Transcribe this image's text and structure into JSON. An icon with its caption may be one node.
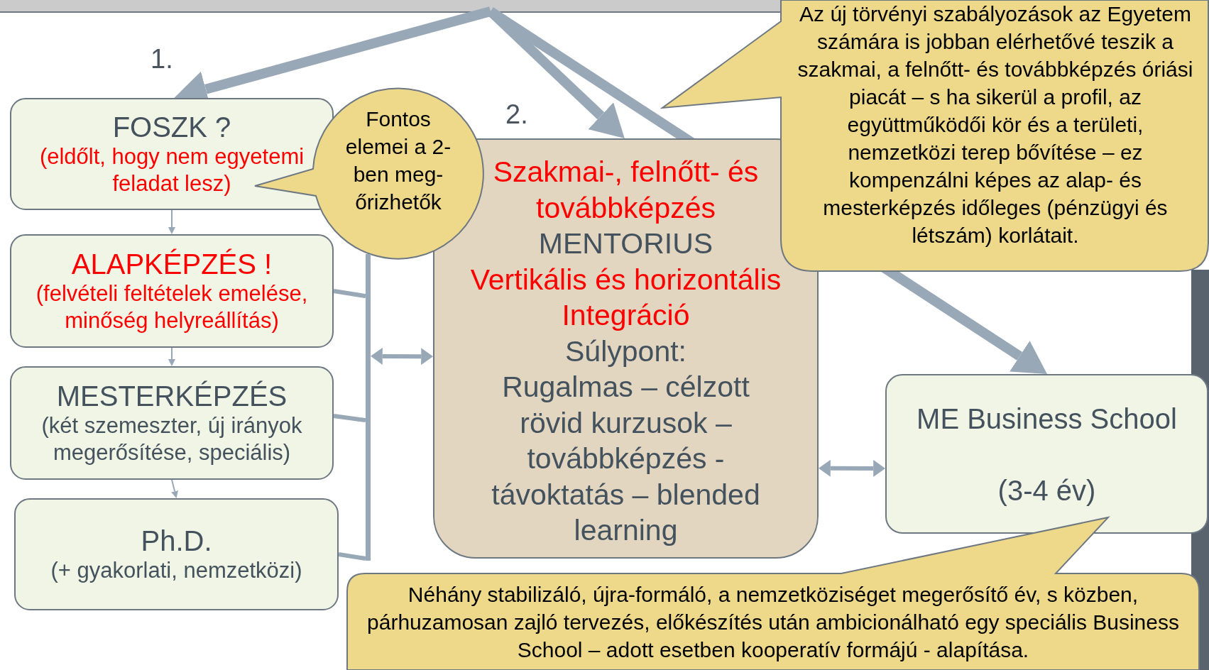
{
  "diagram": {
    "nodes": [
      {
        "text": [
          "FOSZK ?",
          "(eldőlt, hogy nem egyetemi feladat lesz)"
        ]
      },
      {
        "text": [
          "ALAPKÉPZÉS !",
          "(felvételi feltételek emelése, minőség helyreállítás)"
        ]
      },
      {
        "text": [
          "MESTERKÉPZÉS",
          "(két szemeszter, új irányok megerősítése, speciális)"
        ]
      },
      {
        "text": [
          "Ph.D.",
          "(+ gyakorlati, nemzetközi)"
        ]
      },
      {
        "text": [
          "Szakmai-, felnőtt- és továbbképzés",
          "MENTORIUS",
          "Vertikális és horizontális Integráció",
          "Súlypont:",
          "Rugalmas – célzott rövid kurzusok – továbbképzés - távoktatás – blended learning"
        ]
      },
      {
        "text": [
          "ME Business School",
          "(3-4 év)"
        ]
      },
      {
        "text": [
          "Fontos elemei a 2-ben meg- őrizhetők"
        ]
      },
      {
        "text": [
          "Az új törvényi szabályozások az Egyetem számára is jobban elérhetővé teszik a szakmai, a felnőtt- és továbbképzés óriási piacát – s ha sikerül a profil, az együttműködői kör és a területi, nemzetközi terep bővítése – ez kompenzálni képes az alap- és mesterképzés időleges (pénzügyi és létszám) korlátait."
        ]
      },
      {
        "text": [
          "Néhány stabilizáló, újra-formáló, a nemzetköziséget megerősítő év, s közben, párhuzamosan zajló tervezés, előkészítés után ambicionálható egy speciális Business School – adott esetben kooperatív formájú - alapítása."
        ]
      },
      {
        "text": [],
        "shape": "bar"
      }
    ],
    "edges": [
      {
        "from": null,
        "to": 0,
        "arrow": "to",
        "style": "thick"
      },
      {
        "from": null,
        "to": 4,
        "arrow": "to",
        "style": "thick"
      },
      {
        "from": null,
        "to": 5,
        "arrow": "to",
        "style": "thick"
      },
      {
        "from": 0,
        "to": 1,
        "arrow": "to"
      },
      {
        "from": 1,
        "to": 2,
        "arrow": "to"
      },
      {
        "from": 2,
        "to": 3,
        "arrow": "to"
      },
      {
        "from": 1,
        "to": 9,
        "arrow": "none"
      },
      {
        "from": 2,
        "to": 9,
        "arrow": "none"
      },
      {
        "from": 3,
        "to": 9,
        "arrow": "none"
      },
      {
        "from": 4,
        "to": 5,
        "arrow": "both"
      },
      {
        "from": 9,
        "to": 4,
        "arrow": "both"
      }
    ],
    "labels": [
      "1.",
      "2."
    ]
  }
}
